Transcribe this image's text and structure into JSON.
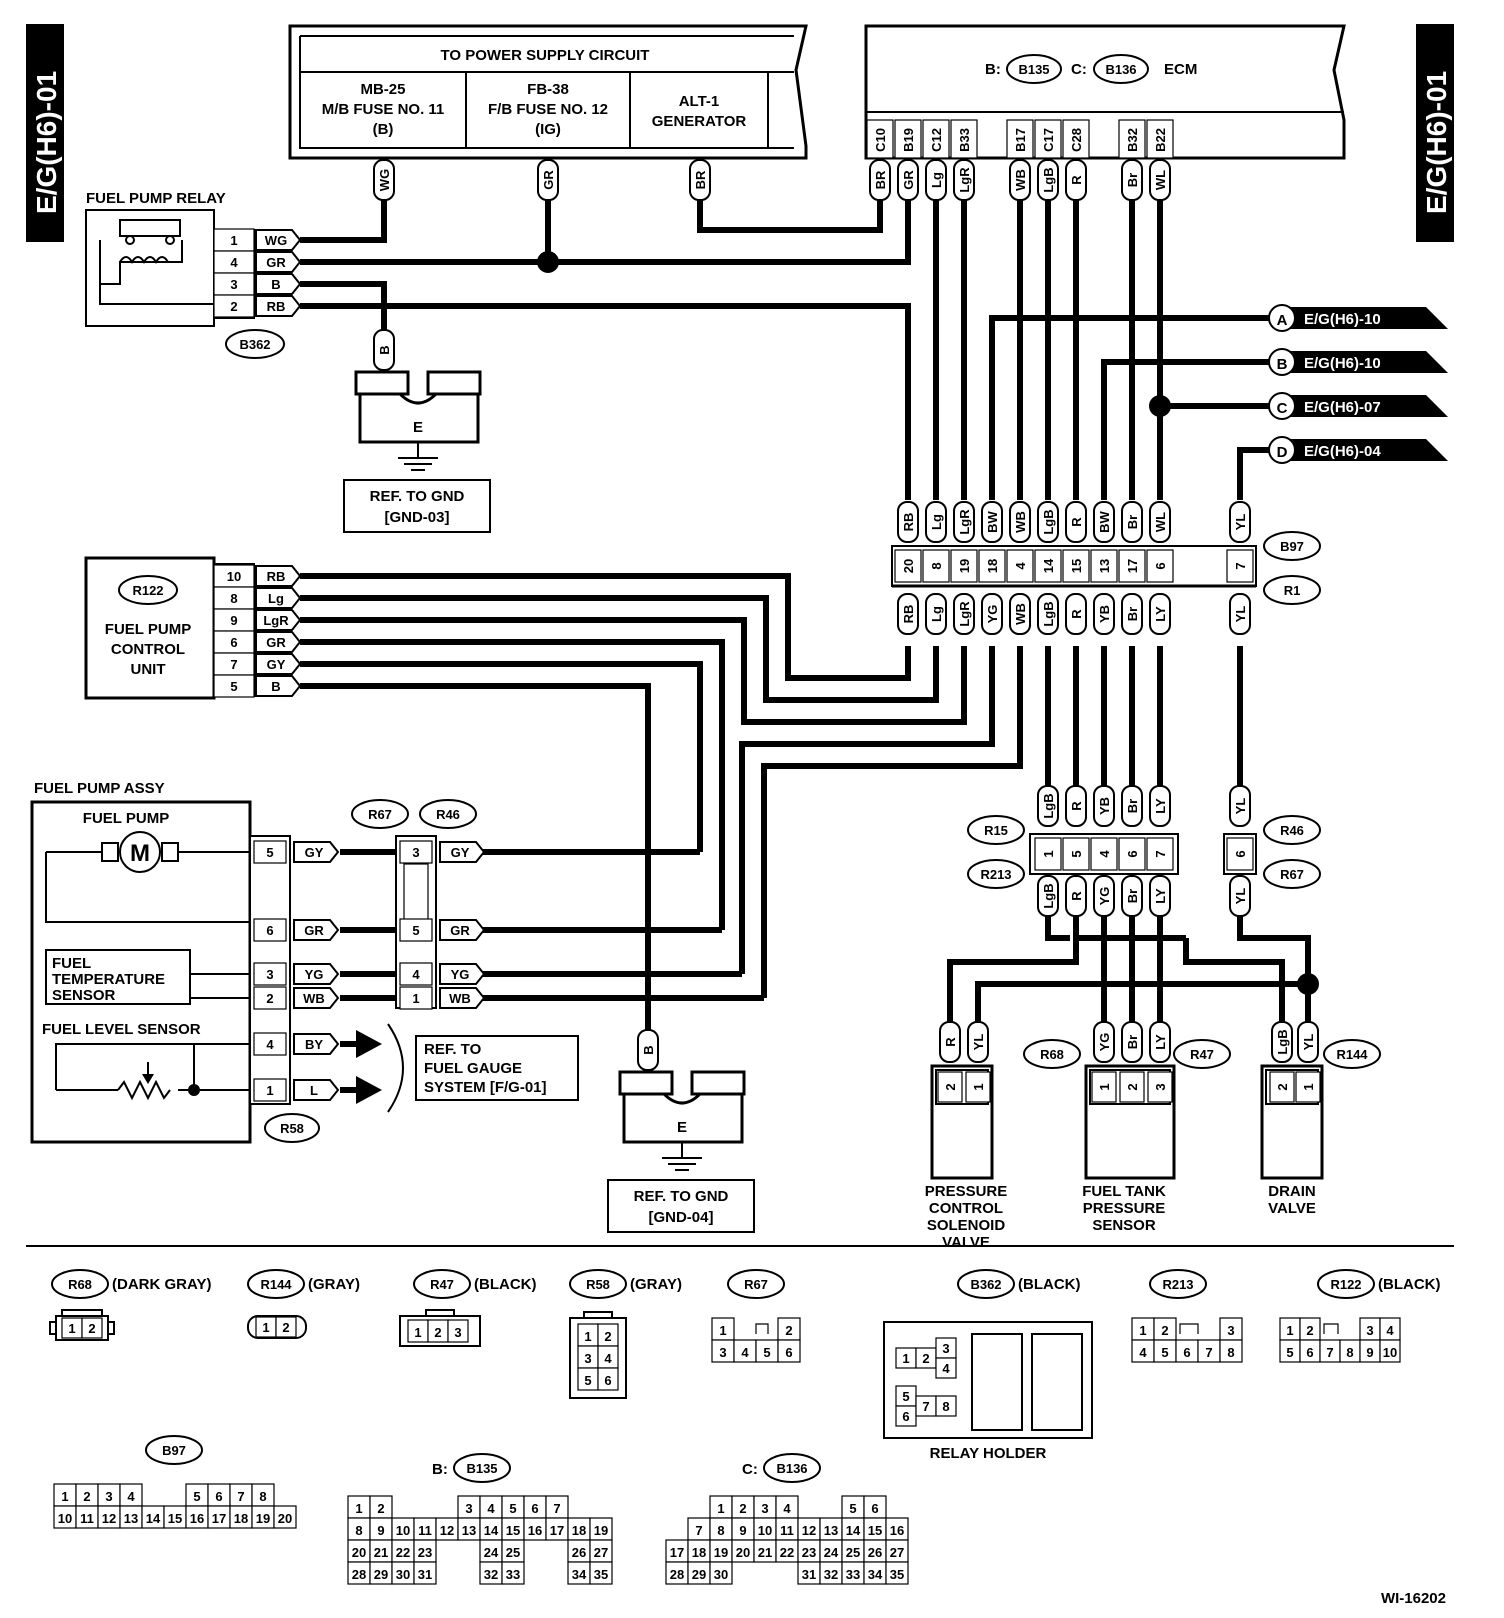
{
  "side_labels": {
    "left": "E/G(H6)-01",
    "right": "E/G(H6)-01"
  },
  "power": {
    "title": "TO POWER SUPPLY CIRCUIT",
    "mb": [
      "MB-25",
      "M/B FUSE NO. 11",
      "(B)"
    ],
    "fb": [
      "FB-38",
      "F/B FUSE NO. 12",
      "(IG)"
    ],
    "alt": [
      "ALT-1",
      "GENERATOR"
    ]
  },
  "ecm": {
    "b_prefix": "B:",
    "b_conn": "B135",
    "c_prefix": "C:",
    "c_conn": "B136",
    "label": "ECM"
  },
  "ecm_pins": [
    {
      "pin": "C10",
      "color": "BR"
    },
    {
      "pin": "B19",
      "color": "GR"
    },
    {
      "pin": "C12",
      "color": "Lg"
    },
    {
      "pin": "B33",
      "color": "LgR"
    },
    {
      "pin": "B17",
      "color": "WB"
    },
    {
      "pin": "C17",
      "color": "LgB"
    },
    {
      "pin": "C28",
      "color": "R"
    },
    {
      "pin": "B32",
      "color": "Br"
    },
    {
      "pin": "B22",
      "color": "WL"
    }
  ],
  "power_wires": [
    "WG",
    "GR",
    "BR"
  ],
  "relay": {
    "title": "FUEL PUMP RELAY",
    "conn": "B362",
    "pins": [
      {
        "pin": "1",
        "color": "WG"
      },
      {
        "pin": "4",
        "color": "GR"
      },
      {
        "pin": "3",
        "color": "B"
      },
      {
        "pin": "2",
        "color": "RB"
      }
    ]
  },
  "ground1": {
    "wire": "B",
    "letter": "E",
    "ref": [
      "REF. TO GND",
      "[GND-03]"
    ]
  },
  "ground2": {
    "wire": "B",
    "letter": "E",
    "ref": [
      "REF. TO GND",
      "[GND-04]"
    ]
  },
  "offpage": [
    {
      "letter": "A",
      "ref": "E/G(H6)-10"
    },
    {
      "letter": "B",
      "ref": "E/G(H6)-10"
    },
    {
      "letter": "C",
      "ref": "E/G(H6)-07"
    },
    {
      "letter": "D",
      "ref": "E/G(H6)-04"
    }
  ],
  "b97": {
    "conn_top": "B97",
    "conn_bot": "R1",
    "top_colors": [
      "RB",
      "Lg",
      "LgR",
      "BW",
      "WB",
      "LgB",
      "R",
      "BW",
      "Br",
      "WL",
      "YL"
    ],
    "pins": [
      "20",
      "8",
      "19",
      "18",
      "4",
      "14",
      "15",
      "13",
      "17",
      "6",
      "7"
    ],
    "bot_colors": [
      "RB",
      "Lg",
      "LgR",
      "YG",
      "WB",
      "LgB",
      "R",
      "YB",
      "Br",
      "LY",
      "YL"
    ]
  },
  "fpcu": {
    "conn": "R122",
    "name": [
      "FUEL PUMP",
      "CONTROL",
      "UNIT"
    ],
    "pins": [
      {
        "pin": "10",
        "color": "RB"
      },
      {
        "pin": "8",
        "color": "Lg"
      },
      {
        "pin": "9",
        "color": "LgR"
      },
      {
        "pin": "6",
        "color": "GR"
      },
      {
        "pin": "7",
        "color": "GY"
      },
      {
        "pin": "5",
        "color": "B"
      }
    ]
  },
  "pump_assy": {
    "title": "FUEL PUMP ASSY",
    "pump": "FUEL PUMP",
    "motor": "M",
    "temp": [
      "FUEL",
      "TEMPERATURE",
      "SENSOR"
    ],
    "level": "FUEL LEVEL SENSOR",
    "conn": "R58",
    "pins": [
      {
        "pin": "5",
        "color": "GY"
      },
      {
        "pin": "6",
        "color": "GR"
      },
      {
        "pin": "3",
        "color": "YG"
      },
      {
        "pin": "2",
        "color": "WB"
      },
      {
        "pin": "4",
        "color": "BY"
      },
      {
        "pin": "1",
        "color": "L"
      }
    ]
  },
  "r67_r46": {
    "a": "R67",
    "b": "R46",
    "pins": [
      {
        "pin": "3",
        "color": "GY"
      },
      {
        "pin": "5",
        "color": "GR"
      },
      {
        "pin": "4",
        "color": "YG"
      },
      {
        "pin": "1",
        "color": "WB"
      }
    ]
  },
  "gauge_ref": [
    "REF. TO",
    "FUEL GAUGE",
    "SYSTEM [F/G-01]"
  ],
  "r15": {
    "a": "R15",
    "b": "R213",
    "top": [
      "LgB",
      "R",
      "YB",
      "Br",
      "LY"
    ],
    "pins": [
      "1",
      "5",
      "4",
      "6",
      "7"
    ],
    "bot": [
      "LgB",
      "R",
      "YG",
      "Br",
      "LY"
    ]
  },
  "r46b": {
    "a": "R46",
    "b": "R67",
    "top": "YL",
    "pin": "6",
    "bot": "YL"
  },
  "devices": [
    {
      "conn": "R68",
      "colors": [
        "R",
        "YL"
      ],
      "pins": [
        "2",
        "1"
      ],
      "name": [
        "PRESSURE",
        "CONTROL",
        "SOLENOID",
        "VALVE"
      ]
    },
    {
      "conn": "R47",
      "colors": [
        "YG",
        "Br",
        "LY"
      ],
      "pins": [
        "1",
        "2",
        "3"
      ],
      "name": [
        "FUEL TANK",
        "PRESSURE",
        "SENSOR"
      ]
    },
    {
      "conn": "R144",
      "colors": [
        "LgB",
        "YL"
      ],
      "pins": [
        "2",
        "1"
      ],
      "name": [
        "DRAIN",
        "VALVE"
      ]
    }
  ],
  "legend": {
    "r68": {
      "conn": "R68",
      "color": "(DARK GRAY)"
    },
    "r144": {
      "conn": "R144",
      "color": "(GRAY)"
    },
    "r47": {
      "conn": "R47",
      "color": "(BLACK)"
    },
    "r58": {
      "conn": "R58",
      "color": "(GRAY)"
    },
    "r67": {
      "conn": "R67"
    },
    "b362": {
      "conn": "B362",
      "color": "(BLACK)",
      "holder": "RELAY HOLDER"
    },
    "r213": {
      "conn": "R213"
    },
    "r122": {
      "conn": "R122",
      "color": "(BLACK)"
    },
    "b97": {
      "conn": "B97"
    },
    "b135": {
      "prefix": "B:",
      "conn": "B135"
    },
    "b136": {
      "prefix": "C:",
      "conn": "B136"
    }
  },
  "figure_id": "WI-16202"
}
